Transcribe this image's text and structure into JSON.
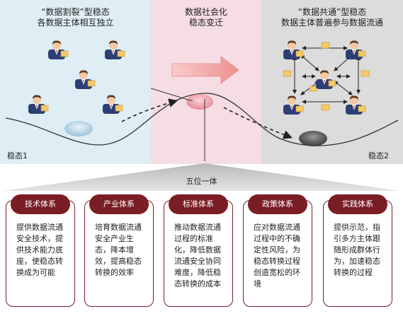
{
  "left_panel": {
    "title_line1": "“数据割裂”型稳态",
    "title_line2": "各数据主体相互独立",
    "state_label": "稳态1"
  },
  "middle_panel": {
    "title_line1": "数据社会化",
    "title_line2": "稳态变迁"
  },
  "right_panel": {
    "title_line1": "“数据共通”型稳态",
    "title_line2": "数据主体普遍参与数据流通",
    "state_label": "稳态2"
  },
  "center_label": "五位一体",
  "cards": [
    {
      "title": "技术体系",
      "body": "提供数据流通安全技术，提供技术能力底座，使稳态转换成为可能"
    },
    {
      "title": "产业体系",
      "body": "培育数据流通安全产业生态，降本增效，提高稳态转换的效率"
    },
    {
      "title": "标准体系",
      "body": "推动数据流通过程的标准化，降低数据流通安全协同难度，降低稳态转换的成本"
    },
    {
      "title": "政策体系",
      "body": "应对数据流通过程中的不确定性风险，为稳态转换过程创造宽松的环境"
    },
    {
      "title": "实践体系",
      "body": "提供示范，指引多方主体跟随形成群体行为，加速稳态转换的过程"
    }
  ],
  "colors": {
    "card_accent": "#7a1d24",
    "left_bg": "#dfeef4",
    "middle_bg": "#f6dde3",
    "right_bg": "#dcdcdc",
    "arrow": "#f2a3a3"
  },
  "icons": {
    "person": "businessman-with-document-icon"
  }
}
